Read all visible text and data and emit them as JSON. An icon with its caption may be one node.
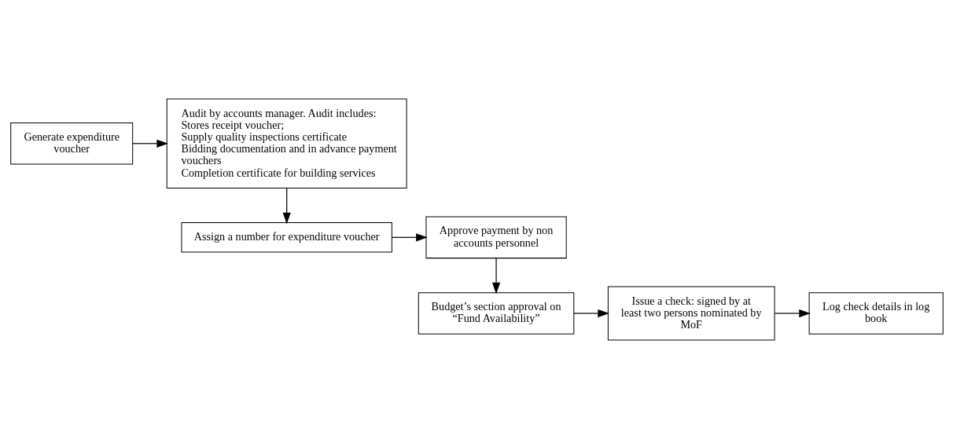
{
  "diagram": {
    "nodes": [
      {
        "text": [
          "Generate expenditure voucher"
        ]
      },
      {
        "text": [
          "Audit by accounts manager. Audit includes:",
          "Stores receipt voucher;",
          "Supply quality inspections certificate",
          "Bidding documentation and in advance payment vouchers",
          "Completion certificate for building services"
        ]
      },
      {
        "text": [
          "Assign a number for expenditure voucher"
        ]
      },
      {
        "text": [
          "Approve payment by non accounts personnel"
        ]
      },
      {
        "text": [
          "Budget’s section approval on “Fund Availability”"
        ]
      },
      {
        "text": [
          "Issue a check: signed by at least two persons nominated by MoF"
        ]
      },
      {
        "text": [
          "Log check details in log book"
        ]
      }
    ],
    "edges": [
      {
        "from": 0,
        "to": 1,
        "arrow": "to"
      },
      {
        "from": 1,
        "to": 2,
        "arrow": "to"
      },
      {
        "from": 2,
        "to": 3,
        "arrow": "to"
      },
      {
        "from": 3,
        "to": 4,
        "arrow": "to"
      },
      {
        "from": 4,
        "to": 5,
        "arrow": "to"
      },
      {
        "from": 5,
        "to": 6,
        "arrow": "to"
      }
    ]
  }
}
